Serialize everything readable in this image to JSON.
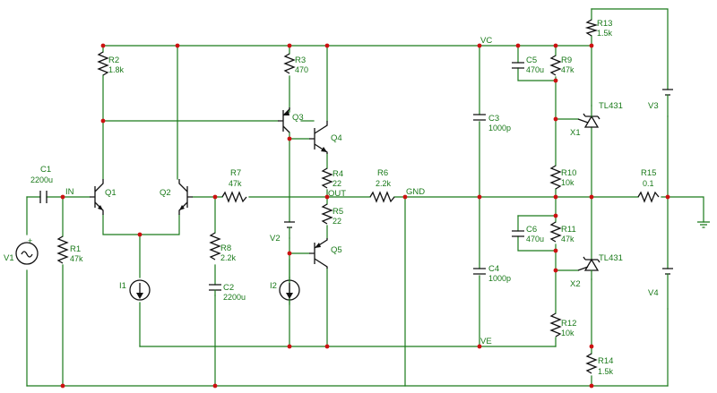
{
  "components": {
    "r1": {
      "ref": "R1",
      "value": "47k"
    },
    "r2": {
      "ref": "R2",
      "value": "1.8k"
    },
    "r3": {
      "ref": "R3",
      "value": "470"
    },
    "r4": {
      "ref": "R4",
      "value": "22"
    },
    "r5": {
      "ref": "R5",
      "value": "22"
    },
    "r6": {
      "ref": "R6",
      "value": "2.2k"
    },
    "r7": {
      "ref": "R7",
      "value": "47k"
    },
    "r8": {
      "ref": "R8",
      "value": "2.2k"
    },
    "r9": {
      "ref": "R9",
      "value": "47k"
    },
    "r10": {
      "ref": "R10",
      "value": "10k"
    },
    "r11": {
      "ref": "R11",
      "value": "47k"
    },
    "r12": {
      "ref": "R12",
      "value": "10k"
    },
    "r13": {
      "ref": "R13",
      "value": "1.5k"
    },
    "r14": {
      "ref": "R14",
      "value": "1.5k"
    },
    "r15": {
      "ref": "R15",
      "value": "0.1"
    },
    "c1": {
      "ref": "C1",
      "value": "2200u"
    },
    "c2": {
      "ref": "C2",
      "value": "2200u"
    },
    "c3": {
      "ref": "C3",
      "value": "1000p"
    },
    "c4": {
      "ref": "C4",
      "value": "1000p"
    },
    "c5": {
      "ref": "C5",
      "value": "470u"
    },
    "c6": {
      "ref": "C6",
      "value": "470u"
    },
    "q1": {
      "ref": "Q1"
    },
    "q2": {
      "ref": "Q2"
    },
    "q3": {
      "ref": "Q3"
    },
    "q4": {
      "ref": "Q4"
    },
    "q5": {
      "ref": "Q5"
    },
    "i1": {
      "ref": "I1"
    },
    "i2": {
      "ref": "I2"
    },
    "v1": {
      "ref": "V1"
    },
    "v2": {
      "ref": "V2"
    },
    "v3": {
      "ref": "V3"
    },
    "v4": {
      "ref": "V4"
    },
    "x1": {
      "ref": "X1",
      "part": "TL431"
    },
    "x2": {
      "ref": "X2",
      "part": "TL431"
    }
  },
  "nets": {
    "in": "IN",
    "out": "OUT",
    "gnd": "GND",
    "vc": "VC",
    "ve": "VE"
  },
  "colors": {
    "wire": "#1a7a1a",
    "component": "#111111",
    "junction": "#cc1111",
    "background": "#ffffff"
  }
}
